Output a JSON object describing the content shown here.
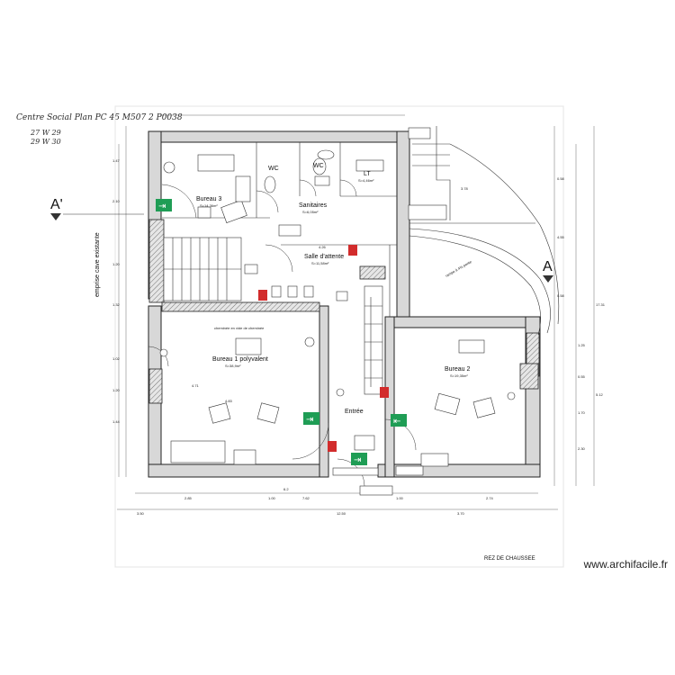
{
  "header": {
    "handwritten_line1": "Centre Social Plan PC 45 M507 2 P0038",
    "handwritten_line2": "27 W 29",
    "handwritten_line3": "29 W 30"
  },
  "section_markers": {
    "left": "A'",
    "right": "A"
  },
  "rooms": {
    "bureau3": {
      "name": "Bureau 3",
      "area": "S=14,36m²"
    },
    "wc1": {
      "name": "WC"
    },
    "wc2": {
      "name": "WC"
    },
    "lt": {
      "name": "LT",
      "area": "S=4,46m²"
    },
    "sanitaires": {
      "name": "Sanitaires",
      "area": "S=6,05m²"
    },
    "salle_attente": {
      "name": "Salle d'attente",
      "area": "S=11,58m²"
    },
    "bureau1": {
      "name": "Bureau 1 polyvalent",
      "area": "S=38,9m²"
    },
    "bureau2": {
      "name": "Bureau 2",
      "area": "S=19,35m²"
    },
    "entree": {
      "name": "Entrée"
    }
  },
  "annotations": {
    "emprise": "emprise cave existante",
    "rampe": "rampe à 4% pente",
    "cheminee": "cheminée en vide de cheminée",
    "rez": "REZ DE CHAUSSEE"
  },
  "dimensions": {
    "bottom": [
      "2.85",
      "1.00",
      "7.62",
      "1.00",
      "2.74"
    ],
    "bottom2": [
      "3.50",
      "12.50",
      "3.70"
    ],
    "right": [
      "0.58",
      "4.55",
      "0.58",
      "1.25",
      "0.55",
      "1.70",
      "2.30",
      "5.12",
      "17.31"
    ],
    "left": [
      "1.47",
      "2.10",
      "1.20",
      "1.32",
      "1.02",
      "1.20",
      "1.44"
    ],
    "interior": [
      "4.83",
      "4.71",
      "3.78",
      "4.26",
      "6.2"
    ]
  },
  "watermark": "www.archifacile.fr",
  "colors": {
    "exit_sign": "#1f9d55",
    "extinguisher": "#d22c2c",
    "wall_fill": "#d8d8d8"
  }
}
